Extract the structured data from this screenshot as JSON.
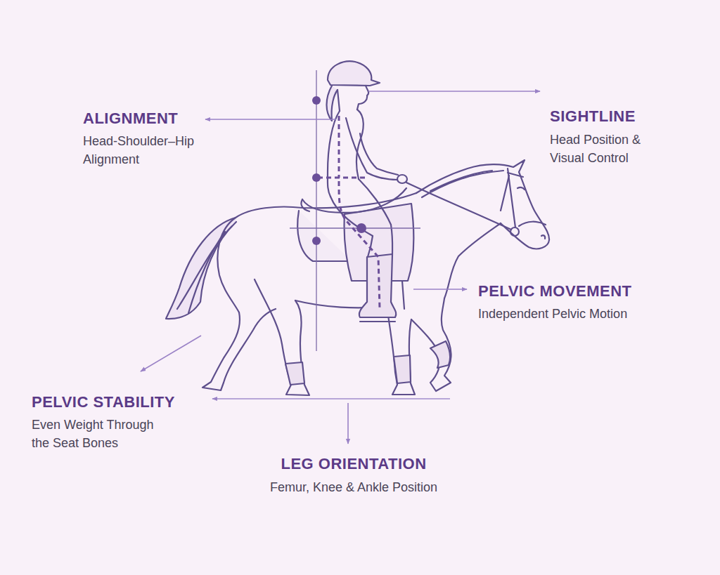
{
  "diagram": {
    "labels": [
      "ALIGNMENT",
      "Head-Shoulder–Hip Alignment",
      "SIGHTLINE",
      "Head Position & Visual Control",
      "PELVIC MOVEMENT",
      "Independent Pelvic Motion",
      "PELVIC STABILITY",
      "Even Weight Through the Seat Bones",
      "LEG ORIENTATION",
      "Femur, Knee & Ankle Position"
    ]
  }
}
